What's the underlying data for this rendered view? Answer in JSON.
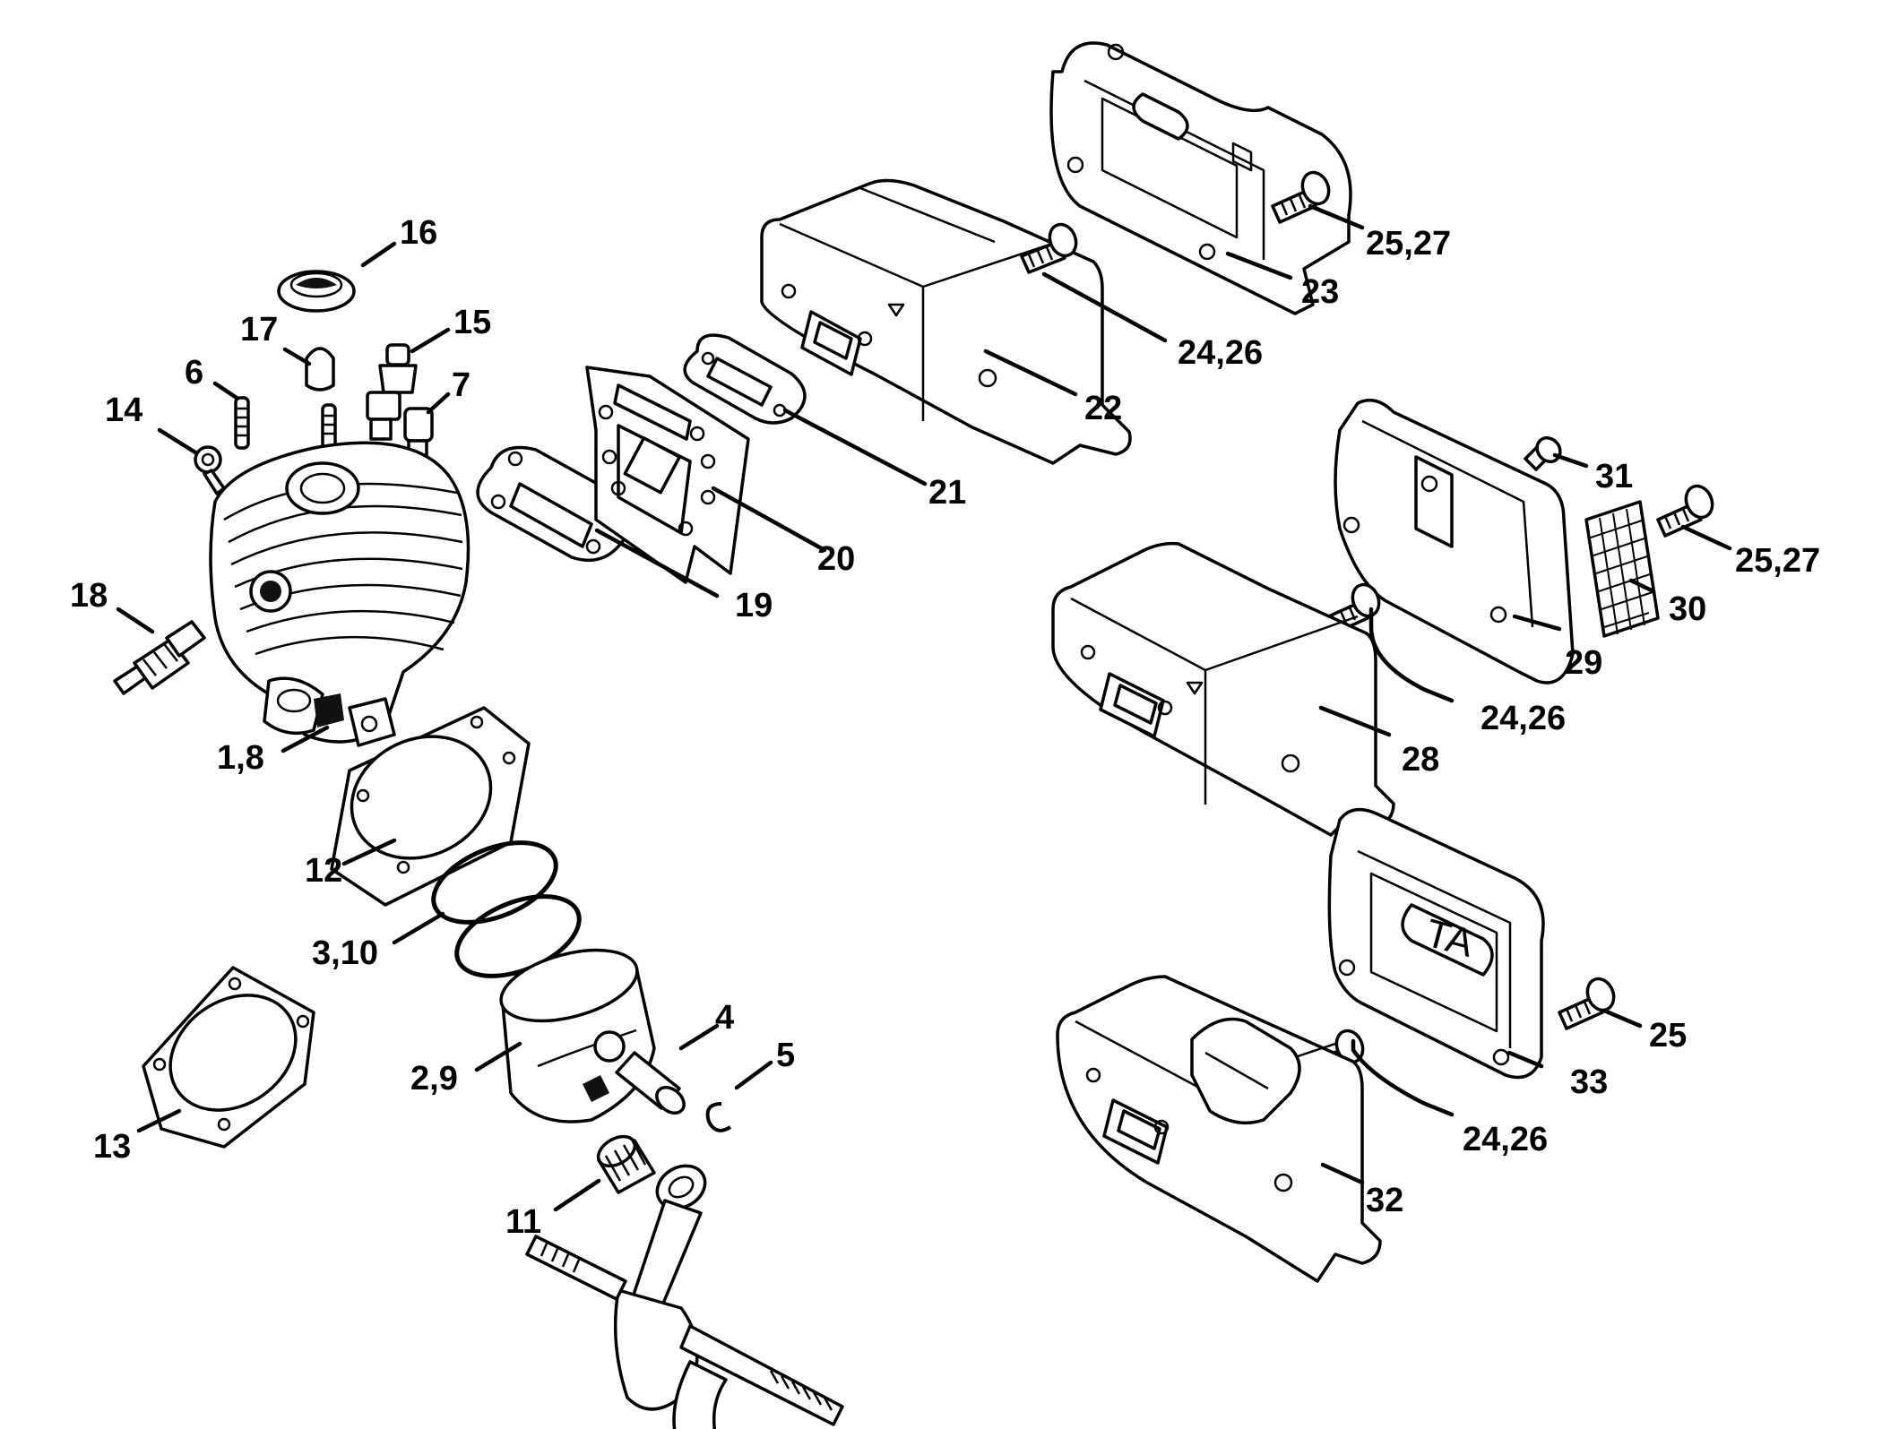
{
  "diagram": {
    "labels": {
      "l1": "16",
      "l2": "17",
      "l3": "15",
      "l4": "6",
      "l5": "14",
      "l6": "7",
      "l7": "18",
      "l8": "1,8",
      "l9": "12",
      "l10": "3,10",
      "l11": "4",
      "l12": "5",
      "l13": "2,9",
      "l14": "13",
      "l15": "11",
      "l16": "19",
      "l17": "20",
      "l18": "21",
      "l19": "22",
      "l20": "24,26",
      "l21": "23",
      "l22": "25,27",
      "l23": "31",
      "l24": "25,27",
      "l25": "30",
      "l26": "29",
      "l27": "24,26",
      "l28": "28",
      "l29": "25",
      "l30": "33",
      "l31": "24,26",
      "l32": "32"
    },
    "ta_badge": "TA"
  }
}
